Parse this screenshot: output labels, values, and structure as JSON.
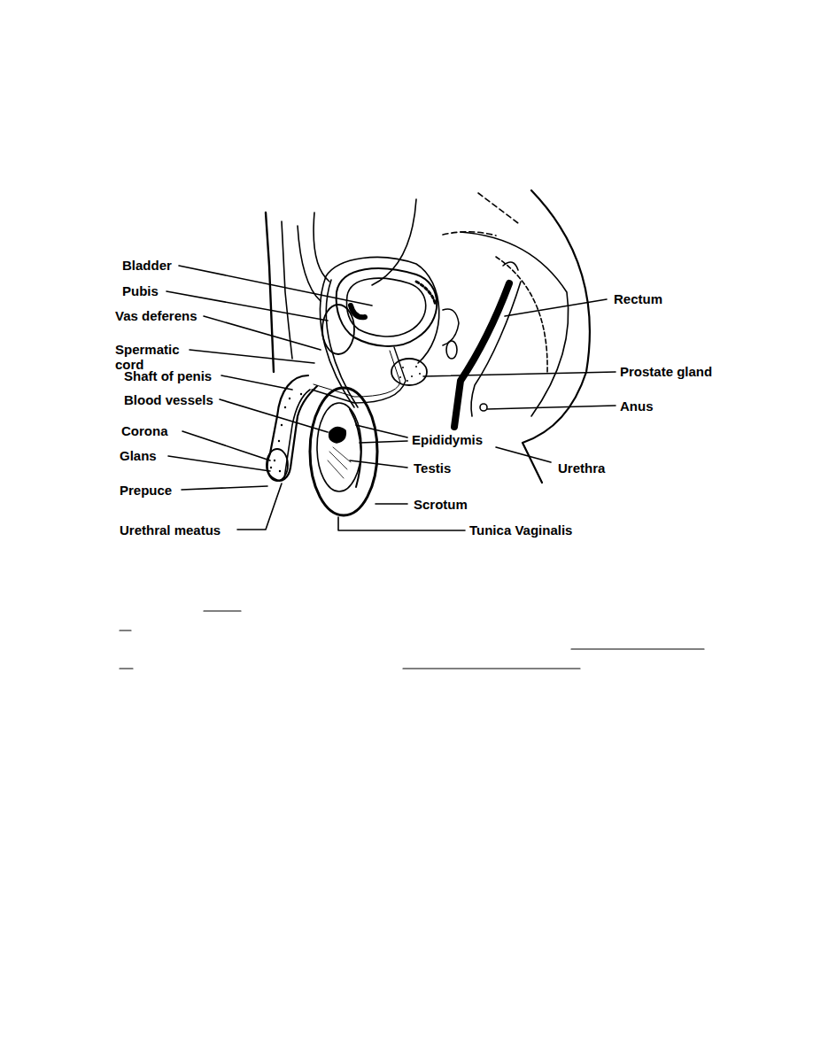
{
  "diagram": {
    "labels": [
      "Bladder",
      "Pubis",
      "Vas deferens",
      "Spermatic cord",
      "Shaft of penis",
      "Blood vessels",
      "Corona",
      "Glans",
      "Prepuce",
      "Urethral meatus",
      "Rectum",
      "Prostate gland",
      "Anus",
      "Epididymis",
      "Urethra",
      "Testis",
      "Scrotum",
      "Tunica Vaginalis"
    ]
  }
}
